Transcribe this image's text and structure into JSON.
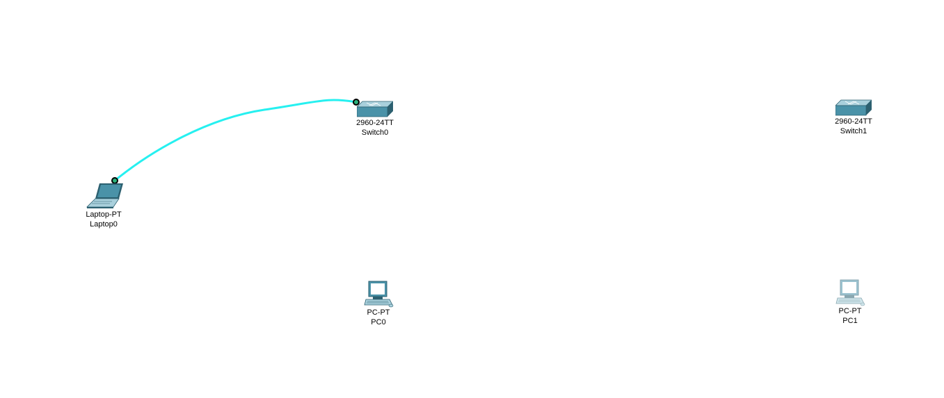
{
  "colors": {
    "background": "#ffffff",
    "cable": "#26f0f0",
    "device_main": "#4a92a8",
    "device_light": "#a9d0dc",
    "device_dark": "#2c6070",
    "link_light": "#2bb07a"
  },
  "devices": {
    "laptop0": {
      "model": "Laptop-PT",
      "name": "Laptop0",
      "icon": "laptop-icon"
    },
    "switch0": {
      "model": "2960-24TT",
      "name": "Switch0",
      "icon": "switch-icon"
    },
    "switch1": {
      "model": "2960-24TT",
      "name": "Switch1",
      "icon": "switch-icon"
    },
    "pc0": {
      "model": "PC-PT",
      "name": "PC0",
      "icon": "pc-icon"
    },
    "pc1": {
      "model": "PC-PT",
      "name": "PC1",
      "icon": "pc-icon"
    }
  },
  "connections": [
    {
      "from": "Laptop0",
      "to": "Switch0",
      "type": "copper-straight-through"
    }
  ]
}
